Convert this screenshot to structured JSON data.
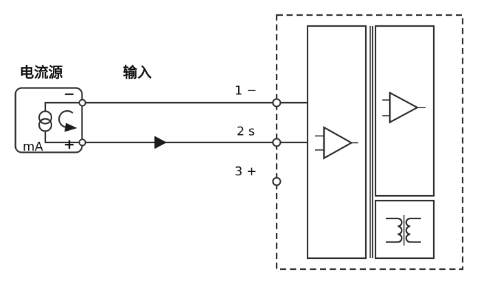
{
  "diagram": {
    "source": {
      "title": "电流源",
      "unit": "mA",
      "minus": "−",
      "plus": "+"
    },
    "input_label": "输入",
    "terminals": [
      {
        "label": "1 −"
      },
      {
        "label": "2 s"
      },
      {
        "label": "3 +"
      }
    ],
    "colors": {
      "line": "#2d2d2d",
      "text": "#111111",
      "background": "#ffffff"
    }
  }
}
